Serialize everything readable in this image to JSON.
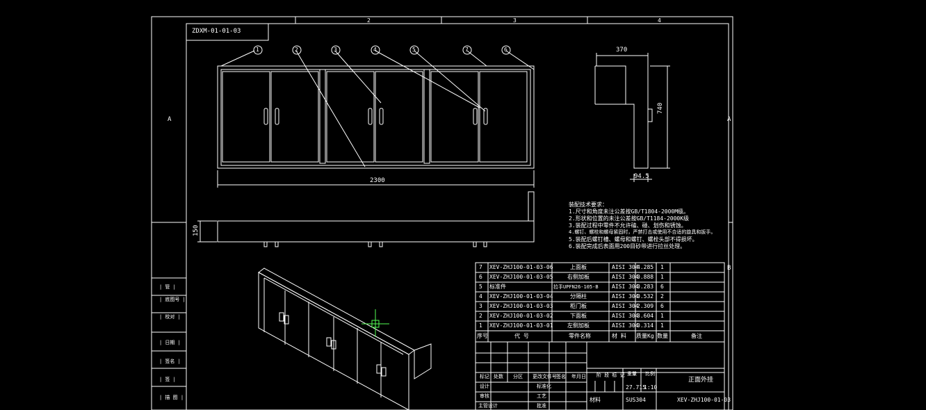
{
  "drawing": {
    "title_code_box": "ZDXM-01-01-03",
    "zone_cols": [
      "2",
      "3",
      "4"
    ],
    "zone_rows_left": [
      "A"
    ],
    "zone_rows_right": [
      "A",
      "B"
    ],
    "balloons": [
      "1",
      "2",
      "3",
      "4",
      "5",
      "7",
      "6"
    ],
    "dims": {
      "front_width": "2300",
      "side_depth": "370",
      "side_height": "740",
      "side_bottom": "94.5",
      "plan_height": "150"
    }
  },
  "tech_notes": {
    "heading": "装配技术要求：",
    "lines": [
      "1.尺寸和角度未注公差按GB/T1804-2000M级。",
      "2.形状和位置的未注公差按GB/T1184-2000K级",
      "3.装配过程中零件不允许磕、碰、划伤和锈蚀。",
      "4.螺钉、螺栓和螺母紧固时，严禁打击或使用不合适的旋具和扳手。",
      "5.装配后螺钉槽、螺母和螺钉、螺栓头部不得损坏。",
      "6.装配完成后表面用200目砂带进行拉丝处理。"
    ]
  },
  "bom": {
    "rows": [
      {
        "no": "7",
        "code": "XEV-ZHJ100-01-03-06",
        "name": "上面板",
        "mat": "AISI 304",
        "mass": "4.285",
        "qty": "1",
        "note": ""
      },
      {
        "no": "6",
        "code": "XEV-ZHJ100-01-03-05",
        "name": "右侧加板",
        "mat": "AISI 304",
        "mass": "0.888",
        "qty": "1",
        "note": ""
      },
      {
        "no": "5",
        "code": "标准件",
        "name": "拉手UPFN26-105-B",
        "mat": "AISI 304",
        "mass": "0.283",
        "qty": "6",
        "note": ""
      },
      {
        "no": "4",
        "code": "XEV-ZHJ100-01-03-04",
        "name": "分隔柱",
        "mat": "AISI 304",
        "mass": "0.532",
        "qty": "2",
        "note": ""
      },
      {
        "no": "3",
        "code": "XEV-ZHJ100-01-03-03",
        "name": "柜门板",
        "mat": "AISI 304",
        "mass": "2.309",
        "qty": "6",
        "note": ""
      },
      {
        "no": "2",
        "code": "XEV-ZHJ100-01-03-02",
        "name": "下面板",
        "mat": "AISI 304",
        "mass": "3.604",
        "qty": "1",
        "note": ""
      },
      {
        "no": "1",
        "code": "XEV-ZHJ100-01-03-01",
        "name": "左侧加板",
        "mat": "AISI 304",
        "mass": "0.314",
        "qty": "1",
        "note": ""
      }
    ],
    "header": {
      "no": "序号",
      "code": "代  号",
      "name": "零件名称",
      "mat": "材  料",
      "mass": "质量Kg",
      "qty": "数量",
      "note": "备注"
    }
  },
  "title_block": {
    "labels_row1": [
      "标记",
      "处数",
      "分区",
      "更改文件号",
      "签名",
      "年月日"
    ],
    "design": "设计",
    "standard": "标准化",
    "check": "审核",
    "process": "工艺",
    "approve": "主管设计",
    "approved": "批准",
    "stage_label": "阶 段 标 记",
    "weight_label": "重量",
    "scale_label": "比例",
    "weight": "27.715",
    "scale": "1:10",
    "material_label": "材料",
    "material": "SUS304",
    "part_title": "正面外挂",
    "drawing_no": "XEV-ZHJ100-01-03"
  },
  "left_strip": {
    "labels": [
      "| 管 |",
      "| 底图号 |",
      "| 校对 |",
      "| 日期 |",
      "| 签名 |",
      "| 签 |",
      "| 描 图 |"
    ]
  }
}
